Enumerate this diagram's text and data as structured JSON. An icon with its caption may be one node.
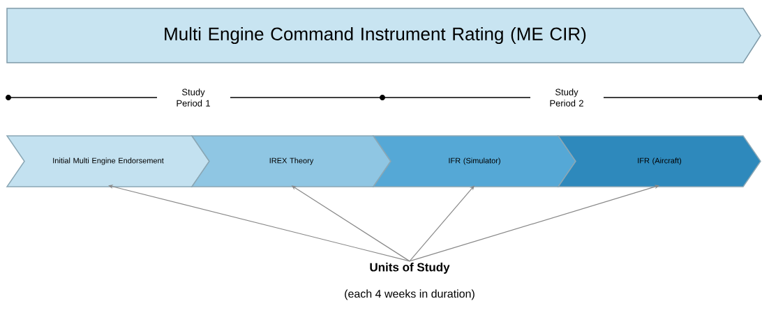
{
  "diagram": {
    "nodes": [
      {
        "text": [
          "Multi Engine Command Instrument Rating (ME CIR)"
        ]
      },
      {
        "text": [
          "Initial Multi Engine Endorsement"
        ]
      },
      {
        "text": [
          "IREX Theory"
        ]
      },
      {
        "text": [
          "IFR (Simulator)"
        ]
      },
      {
        "text": [
          "IFR (Aircraft)"
        ]
      },
      {
        "text": [
          "Units of Study"
        ],
        "beside": [
          "(each 4 weeks in duration)"
        ]
      }
    ],
    "edges": [
      {
        "from": 5,
        "to": 1,
        "arrow": "to"
      },
      {
        "from": 5,
        "to": 2,
        "arrow": "to"
      },
      {
        "from": 5,
        "to": 3,
        "arrow": "to"
      },
      {
        "from": 5,
        "to": 4,
        "arrow": "to"
      }
    ],
    "labels": [
      "Study Period 1",
      "Study Period 2"
    ]
  }
}
